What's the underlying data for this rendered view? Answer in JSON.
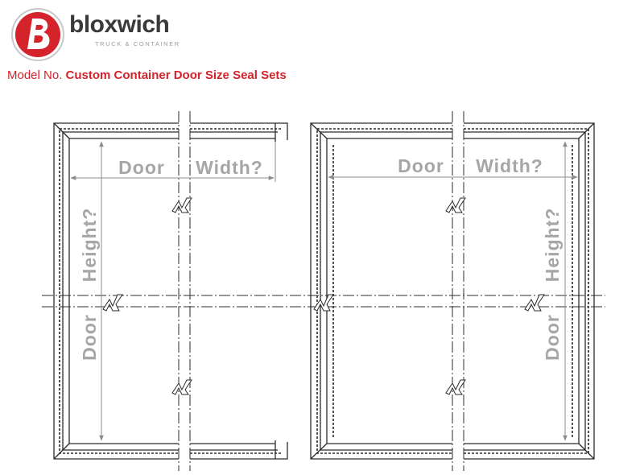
{
  "brand": {
    "name": "bloxwich",
    "tagline": "TRUCK & CONTAINER",
    "accent_color": "#d4232a",
    "logo_icon": "bloxwich-b-logo-icon"
  },
  "header": {
    "model_label": "Model No.",
    "model_value": "Custom Container Door Size Seal Sets"
  },
  "diagrams": {
    "left": {
      "width_word1": "Door",
      "width_word2": "Width?",
      "height_word1": "Height?",
      "height_word2": "Door"
    },
    "right": {
      "width_word1": "Door",
      "width_word2": "Width?",
      "height_word1": "Height?",
      "height_word2": "Door"
    }
  },
  "colors": {
    "line": "#2b2b2b",
    "dimension_text": "#a6a6a6",
    "dimension_line": "#8c8c8c"
  }
}
